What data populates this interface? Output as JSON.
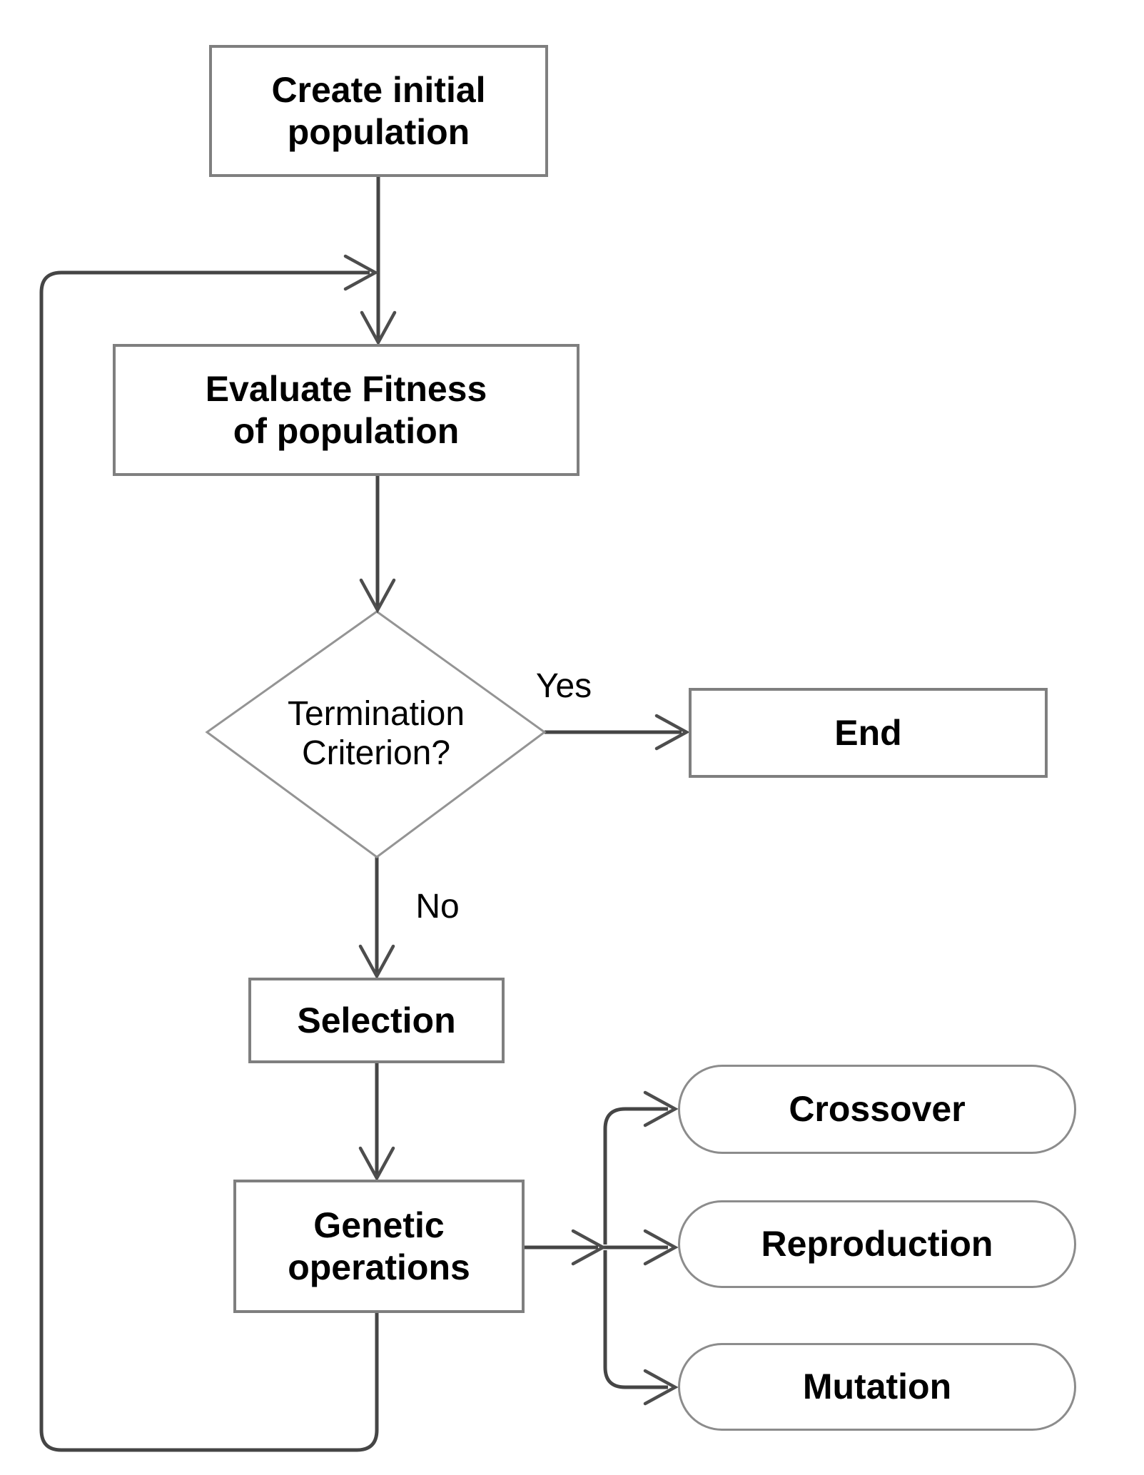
{
  "palette": {
    "background": "#ffffff",
    "box_border": "#7f7f7f",
    "pill_border": "#8c8c8c",
    "diamond_border": "#949494",
    "line_color": "#454545",
    "arrow_color": "#4d4d4d",
    "text_color": "#000000"
  },
  "nodes": {
    "create": {
      "label": "Create initial\npopulation",
      "shape": "rect"
    },
    "evaluate": {
      "label": "Evaluate Fitness\nof population",
      "shape": "rect"
    },
    "termination": {
      "label": "Termination\nCriterion?",
      "shape": "diamond"
    },
    "end": {
      "label": "End",
      "shape": "rect"
    },
    "selection": {
      "label": "Selection",
      "shape": "rect"
    },
    "genetic": {
      "label": "Genetic\noperations",
      "shape": "rect"
    },
    "crossover": {
      "label": "Crossover",
      "shape": "rounded"
    },
    "reproduction": {
      "label": "Reproduction",
      "shape": "rounded"
    },
    "mutation": {
      "label": "Mutation",
      "shape": "rounded"
    }
  },
  "edge_labels": {
    "yes": "Yes",
    "no": "No"
  }
}
